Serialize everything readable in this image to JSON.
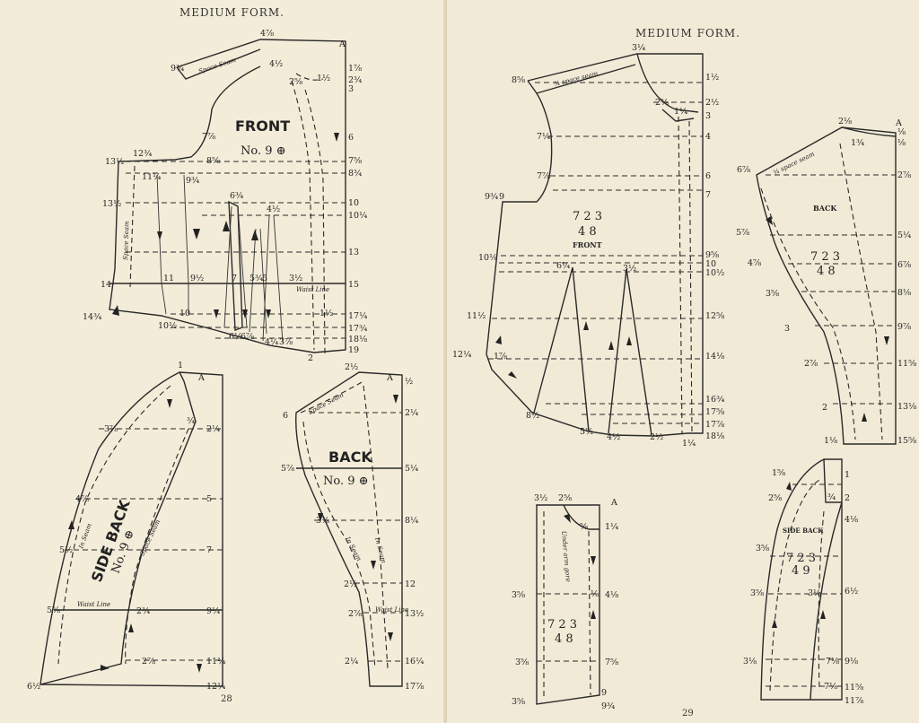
{
  "left_page": {
    "running_head": "MEDIUM FORM.",
    "page_number": "28",
    "front": {
      "title": "FRONT",
      "number": "No. 9 ⊕",
      "seam_label": "Space Seam",
      "side_seam": "Space Seam",
      "waist_label": "Waist Line",
      "measures": [
        "4⅞",
        "1⅞",
        "9¾",
        "4½",
        "2⅝",
        "1½",
        "2¾",
        "3",
        "7⅞",
        "6",
        "13½",
        "12¾",
        "8⅝",
        "7⅝",
        "11¼",
        "9¾",
        "8¾",
        "13½",
        "6¾",
        "10",
        "10¼",
        "4½",
        "13",
        "14",
        "11",
        "9½",
        "7",
        "5¾",
        "5",
        "3½",
        "15",
        "14¾",
        "10½",
        "10",
        "1½",
        "17¼",
        "17¾",
        "6½",
        "6⅞",
        "4¼",
        "3⅞",
        "18⅛",
        "2",
        "19",
        "A"
      ]
    },
    "side_back": {
      "title": "SIDE BACK",
      "number": "No. 9 ⊕",
      "seam1": "In Seam",
      "seam2": "Space Seam",
      "waist_label": "Waist Line",
      "measures": [
        "1",
        "A",
        "¾",
        "3⅞",
        "2¼",
        "4⅞",
        "5",
        "5½",
        "7",
        "5⅝",
        "2¾",
        "9¼",
        "2⅞",
        "11¼",
        "6½",
        "12¼"
      ]
    },
    "back": {
      "title": "BACK",
      "number": "No. 9 ⊕",
      "seam1": "Space Seam",
      "seam2": "In Seam",
      "seam3": "In Seam",
      "waist_label": "Waist Line",
      "measures": [
        "2½",
        "A",
        "½",
        "6",
        "2¼",
        "5⅞",
        "5¼",
        "3⅞",
        "8¼",
        "2½",
        "12",
        "2⅞",
        "13½",
        "2¼",
        "16¼",
        "17⅞"
      ]
    }
  },
  "right_page": {
    "running_head": "MEDIUM FORM.",
    "page_number": "29",
    "front": {
      "code": "7 2 3",
      "sub": "4 8",
      "title": "FRONT",
      "seam_label": "¾ space seam",
      "measures": [
        "3¼",
        "8⅝",
        "1½",
        "2⅝",
        "2½",
        "1¼",
        "3",
        "7¼",
        "4",
        "7⅞",
        "6",
        "9¾",
        "9",
        "7",
        "9⅝",
        "10⅛",
        "10",
        "10½",
        "6¼",
        "3½",
        "11½",
        "12⅝",
        "12¼",
        "1⅞",
        "14⅛",
        "16¾",
        "8½",
        "5½",
        "4½",
        "2½",
        "17⅝",
        "17⅞",
        "1¼",
        "18⅛"
      ]
    },
    "back": {
      "code": "7 2 3",
      "sub": "4 8",
      "title": "BACK",
      "seam_label": "¾ space seam",
      "measures": [
        "2⅛",
        "A",
        "⅛",
        "1¾",
        "⅛",
        "6⅞",
        "2⅞",
        "5⅞",
        "5¼",
        "4⅞",
        "6⅞",
        "3⅝",
        "8⅛",
        "3",
        "9⅞",
        "2⅞",
        "11⅝",
        "2",
        "13⅛",
        "1⅛",
        "15⅝"
      ]
    },
    "under_arm": {
      "code": "7 2 3",
      "sub": "4 8",
      "title": "Under arm gore",
      "measures": [
        "3½",
        "2⅝",
        "A",
        "⅝",
        "1¼",
        "⅛",
        "3⅝",
        "4⅛",
        "3⅝",
        "7⅝",
        "3⅝",
        "9",
        "9¾"
      ]
    },
    "side_back": {
      "code": "7 2 3",
      "sub": "4 9",
      "title": "SIDE BACK",
      "measures": [
        "1⅝",
        "1",
        "2⅝",
        "¾",
        "2",
        "3⅝",
        "4⅛",
        "3⅝",
        "6½",
        "3⅛",
        "7⅛",
        "9⅛",
        "3⅛",
        "7⅛",
        "11⅝",
        "11⅞"
      ]
    }
  }
}
